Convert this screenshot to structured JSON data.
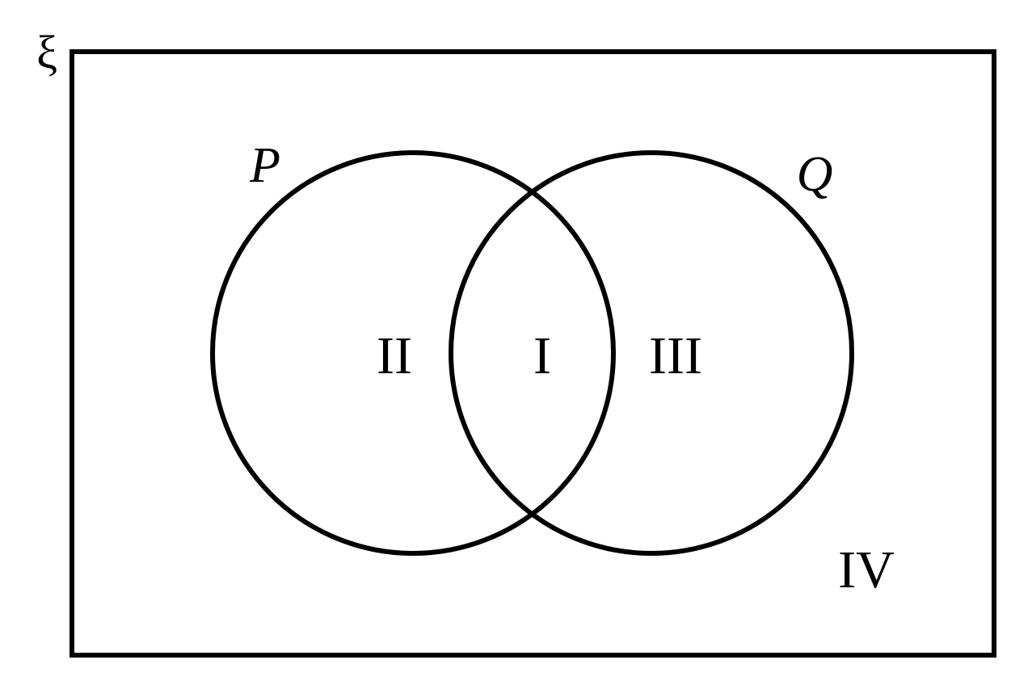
{
  "diagram": {
    "universal_symbol": "ξ",
    "sets": [
      {
        "name": "P"
      },
      {
        "name": "Q"
      }
    ],
    "regions": [
      {
        "label": "II"
      },
      {
        "label": "I"
      },
      {
        "label": "III"
      },
      {
        "label": "IV"
      }
    ]
  },
  "colors": {
    "stroke": "#000000",
    "background": "#ffffff"
  }
}
